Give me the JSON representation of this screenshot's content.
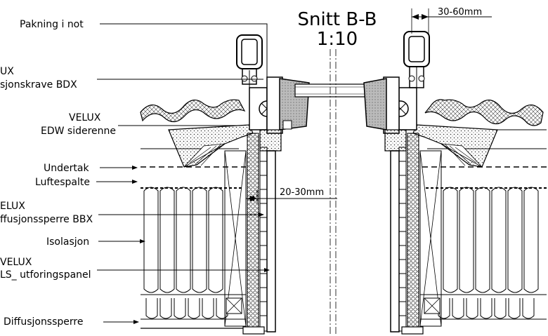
{
  "title": {
    "line1": "Snitt B-B",
    "line2": "1:10"
  },
  "labels": {
    "pakning": "Pakning i not",
    "bdx_1": "UX",
    "bdx_2": "sjonskrave BDX",
    "edw_1": "VELUX",
    "edw_2": "EDW siderenne",
    "undertak": "Undertak",
    "luftespalte": "Luftespalte",
    "bbx_1": "ELUX",
    "bbx_2": "ffusjonssperre BBX",
    "isolasjon": "Isolasjon",
    "lsj_1": "VELUX",
    "lsj_2": "LS_ utforingspanel",
    "diffusjonssperre": "Diffusjonssperre"
  },
  "dimensions": {
    "top": "30-60mm",
    "gap": "20-30mm"
  },
  "colors": {
    "line": "#000000",
    "hatch": "#555555",
    "background": "#ffffff"
  }
}
